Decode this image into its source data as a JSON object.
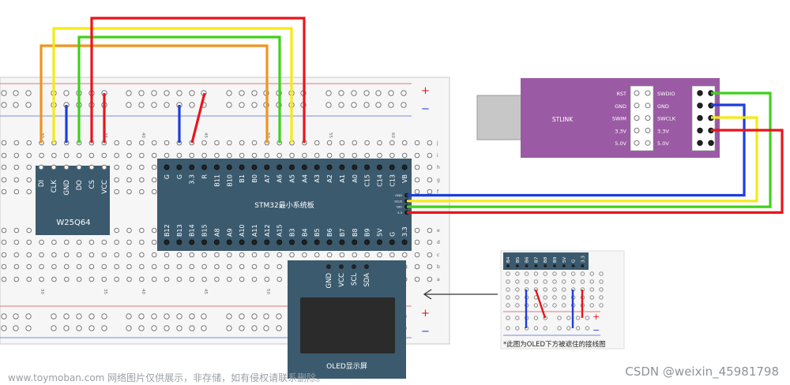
{
  "breadboard": {
    "plus": "+",
    "minus": "−",
    "col_numbers": [
      "30",
      "35",
      "40",
      "45",
      "50",
      "55",
      "60"
    ],
    "row_letters_top": [
      "j",
      "i",
      "h",
      "g",
      "f"
    ],
    "row_letters_bottom": [
      "e",
      "d",
      "c",
      "b",
      "a"
    ]
  },
  "w25q64": {
    "name": "W25Q64",
    "pins": [
      "DI",
      "CLK",
      "GND",
      "DO",
      "CS",
      "VCC"
    ]
  },
  "stm32": {
    "name": "STM32最小系统板",
    "top_pins": [
      "G",
      "G",
      "3.3",
      "R",
      "B11",
      "B10",
      "B1",
      "B0",
      "A7",
      "A6",
      "A5",
      "A4",
      "A3",
      "A2",
      "A1",
      "A0",
      "C15",
      "C14",
      "C13",
      "VB"
    ],
    "bottom_pins": [
      "B12",
      "B13",
      "B14",
      "B15",
      "A8",
      "A9",
      "A10",
      "A11",
      "A12",
      "A15",
      "B3",
      "B4",
      "B5",
      "B6",
      "B7",
      "B8",
      "B9",
      "5V",
      "G",
      "3.3"
    ],
    "side_labels": [
      "GND",
      "SCLK",
      "DIO",
      "3.3"
    ]
  },
  "stlink": {
    "name": "STLINK",
    "left_labels": [
      "RST",
      "GND",
      "SWIM",
      "3.3V",
      "5.0V"
    ],
    "right_labels": [
      "SWDIO",
      "GND",
      "SWCLK",
      "3.3V",
      "5.0V"
    ]
  },
  "oled": {
    "name": "OLED显示屏",
    "pins": [
      "GND",
      "VCC",
      "SCL",
      "SDA"
    ]
  },
  "inset": {
    "pins": [
      "B4",
      "B5",
      "B6",
      "B7",
      "B8",
      "B9",
      "5V",
      "G",
      "3.3"
    ],
    "caption": "*此图为OLED下方被遮住的接线图",
    "plus": "+",
    "minus": "−"
  },
  "footer": {
    "left": "www.toymoban.com 网络图片仅供展示，非存储，如有侵权请联系删除。",
    "right": "CSDN @weixin_45981798"
  },
  "colors": {
    "orange": "#f0941e",
    "yellow": "#f5ea14",
    "green": "#3fd11a",
    "red": "#e8151b",
    "blue": "#1e3ddc",
    "board": "#3b5a6e",
    "stlink": "#9b5aa4"
  }
}
